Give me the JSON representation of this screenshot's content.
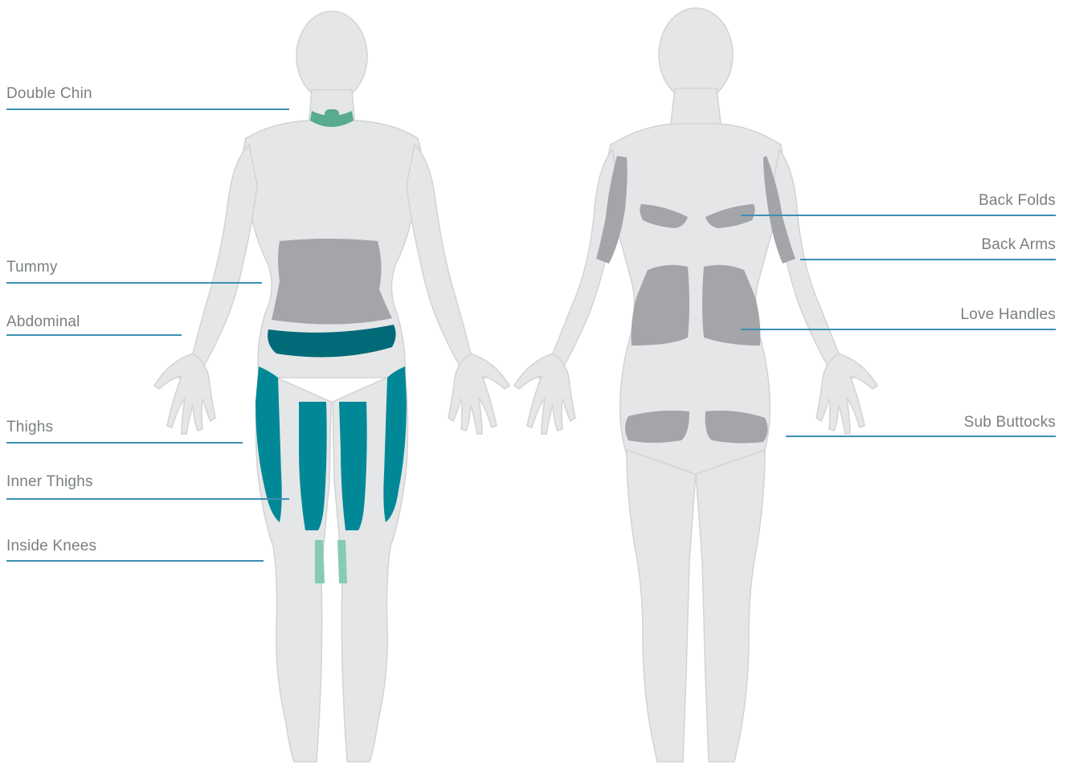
{
  "colors": {
    "body_fill": "#e5e6e7",
    "body_outline": "#d1d3d5",
    "leader_line": "#3d8fb5",
    "label_text": "#7a7f83",
    "zone_teal": "#008896",
    "zone_dark_teal": "#006a78",
    "zone_light_green": "#58ab8e",
    "zone_pale_green": "#86cbb4",
    "zone_grey": "#a3a5a8"
  },
  "front_labels": [
    {
      "id": "double-chin",
      "text": "Double Chin",
      "color": "#58ab8e"
    },
    {
      "id": "tummy",
      "text": "Tummy",
      "color": "#a3a5a8"
    },
    {
      "id": "abdominal",
      "text": "Abdominal",
      "color": "#006a78"
    },
    {
      "id": "thighs",
      "text": "Thighs",
      "color": "#008896"
    },
    {
      "id": "inner-thighs",
      "text": "Inner Thighs",
      "color": "#008896"
    },
    {
      "id": "inside-knees",
      "text": "Inside Knees",
      "color": "#86cbb4"
    }
  ],
  "back_labels": [
    {
      "id": "back-folds",
      "text": "Back Folds",
      "color": "#a3a5a8"
    },
    {
      "id": "back-arms",
      "text": "Back Arms",
      "color": "#a3a5a8"
    },
    {
      "id": "love-handles",
      "text": "Love Handles",
      "color": "#a3a5a8"
    },
    {
      "id": "sub-buttocks",
      "text": "Sub Buttocks",
      "color": "#a3a5a8"
    }
  ]
}
